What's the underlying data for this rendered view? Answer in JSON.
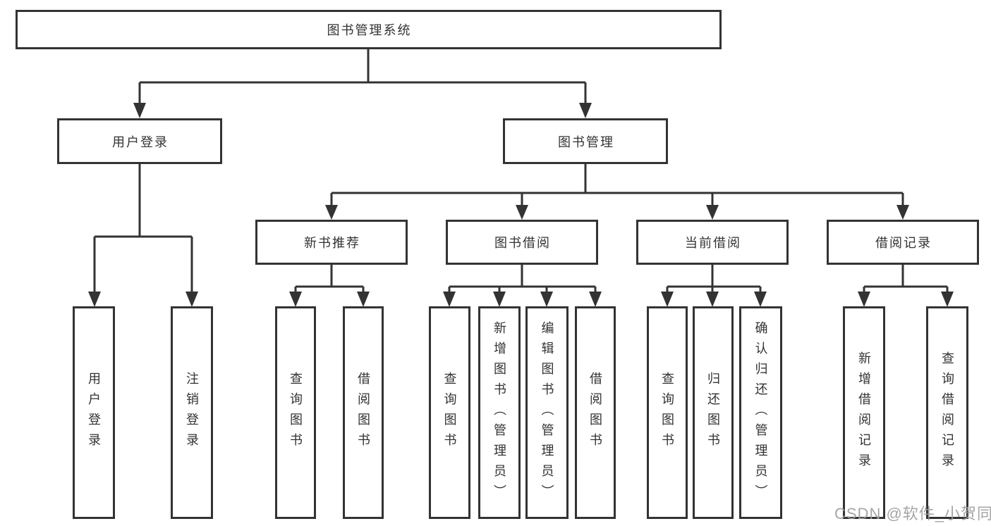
{
  "diagram": {
    "root": {
      "label": "图书管理系统"
    },
    "branches": [
      {
        "label": "用户登录",
        "children": [
          {
            "label": "用户登录"
          },
          {
            "label": "注销登录"
          }
        ]
      },
      {
        "label": "图书管理",
        "children": [
          {
            "label": "新书推荐",
            "children": [
              {
                "label": "查询图书"
              },
              {
                "label": "借阅图书"
              }
            ]
          },
          {
            "label": "图书借阅",
            "children": [
              {
                "label": "查询图书"
              },
              {
                "label": "新增图书（管理员）"
              },
              {
                "label": "编辑图书（管理员）"
              },
              {
                "label": "借阅图书"
              }
            ]
          },
          {
            "label": "当前借阅",
            "children": [
              {
                "label": "查询图书"
              },
              {
                "label": "归还图书"
              },
              {
                "label": "确认归还（管理员）"
              }
            ]
          },
          {
            "label": "借阅记录",
            "children": [
              {
                "label": "新增借阅记录"
              },
              {
                "label": "查询借阅记录"
              }
            ]
          }
        ]
      }
    ]
  },
  "watermark": {
    "text": "CSDN @软件_小贺同学"
  },
  "colors": {
    "line": "#333333",
    "text": "#333333",
    "watermark": "#9c9c9c",
    "bg": "#ffffff"
  }
}
